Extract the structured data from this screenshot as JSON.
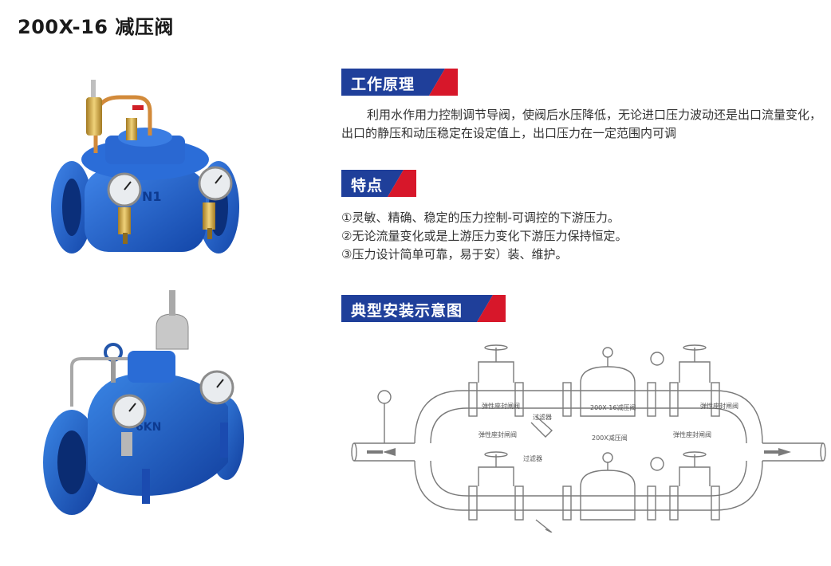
{
  "page": {
    "title": "200X-16 减压阀"
  },
  "sections": {
    "principle": {
      "heading": "工作原理",
      "body": "利用水作用力控制调节导阀，使阀后水压降低，无论进口压力波动还是出口流量变化，出口的静压和动压稳定在设定值上，出口压力在一定范围内可调"
    },
    "features": {
      "heading": "特点",
      "items": [
        "①灵敏、精确、稳定的压力控制-可调控的下游压力。",
        "②无论流量变化或是上游压力变化下游压力保持恒定。",
        "③压力设计简单可靠，易于安）装、维护。"
      ]
    },
    "diagram": {
      "heading": "典型安装示意图",
      "labels": {
        "gate_valve_left_top": "弹性座封闸阀",
        "gate_valve_left_bottom": "弹性座封闸阀",
        "filter_top": "过滤器",
        "filter_bottom": "过滤器",
        "prv_top": "200X-16减压阀",
        "prv_bottom": "200X减压阀",
        "gate_valve_right_top": "弹性座封闸阀",
        "gate_valve_right_bottom": "弹性座封闸阀"
      }
    }
  },
  "valve_images": {
    "top_body_mark": "N1",
    "bottom_body_mark": "6KN"
  },
  "colors": {
    "banner_blue": "#1f3f9a",
    "banner_red": "#d7172a",
    "valve_blue": "#1e5fc8",
    "brass": "#c9a24a",
    "diagram_line": "#7a7a7a"
  }
}
